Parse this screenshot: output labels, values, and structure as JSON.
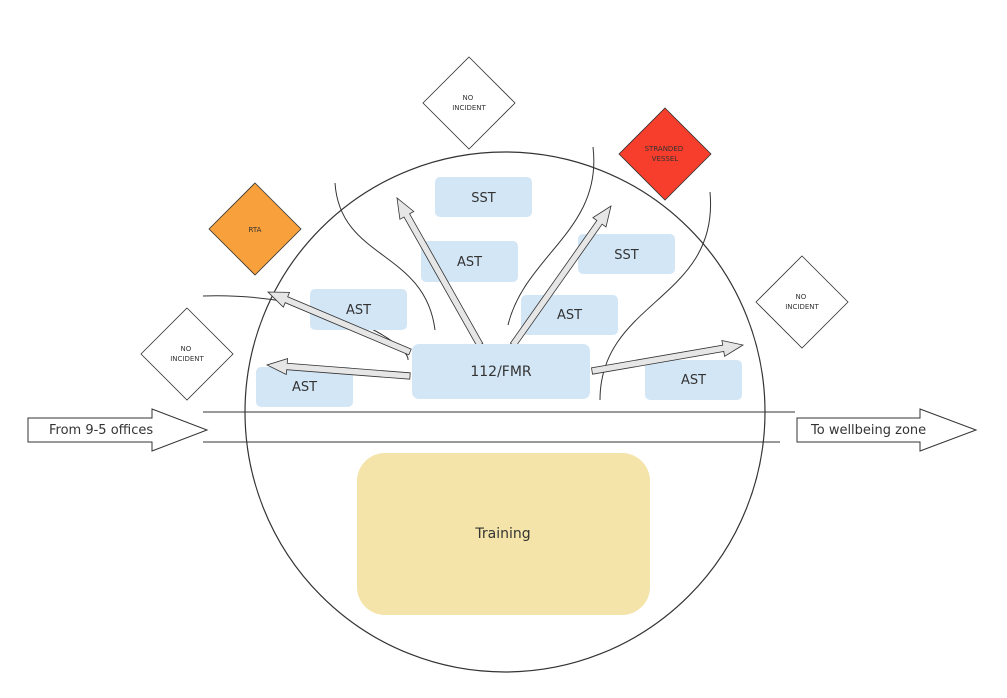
{
  "colors": {
    "box_blue": "#d3e6f6",
    "training": "#f4e4a9",
    "rta": "#f8a03b",
    "stranded_vessel": "#f73d2b",
    "no_incident": "#ffffff",
    "line": "#333333",
    "arrow_fill": "#e6e6e6"
  },
  "hub": {
    "label": "112/FMR"
  },
  "boxes": [
    {
      "id": "sst-top",
      "label": "SST"
    },
    {
      "id": "ast-center",
      "label": "AST"
    },
    {
      "id": "sst-right",
      "label": "SST"
    },
    {
      "id": "ast-left-upper",
      "label": "AST"
    },
    {
      "id": "ast-center-right",
      "label": "AST"
    },
    {
      "id": "ast-left-lower",
      "label": "AST"
    },
    {
      "id": "ast-right",
      "label": "AST"
    }
  ],
  "training": {
    "label": "Training"
  },
  "incidents": [
    {
      "id": "rta",
      "lines": [
        "RTA"
      ],
      "color": "#f8a03b"
    },
    {
      "id": "no-incident-top",
      "lines": [
        "NO",
        "INCIDENT"
      ],
      "color": "#ffffff"
    },
    {
      "id": "stranded-vessel",
      "lines": [
        "STRANDED",
        "VESSEL"
      ],
      "color": "#f73d2b"
    },
    {
      "id": "no-incident-left",
      "lines": [
        "NO",
        "INCIDENT"
      ],
      "color": "#ffffff"
    },
    {
      "id": "no-incident-right",
      "lines": [
        "NO",
        "INCIDENT"
      ],
      "color": "#ffffff"
    }
  ],
  "flow": {
    "in_label": "From 9-5 offices",
    "out_label": "To wellbeing zone"
  }
}
